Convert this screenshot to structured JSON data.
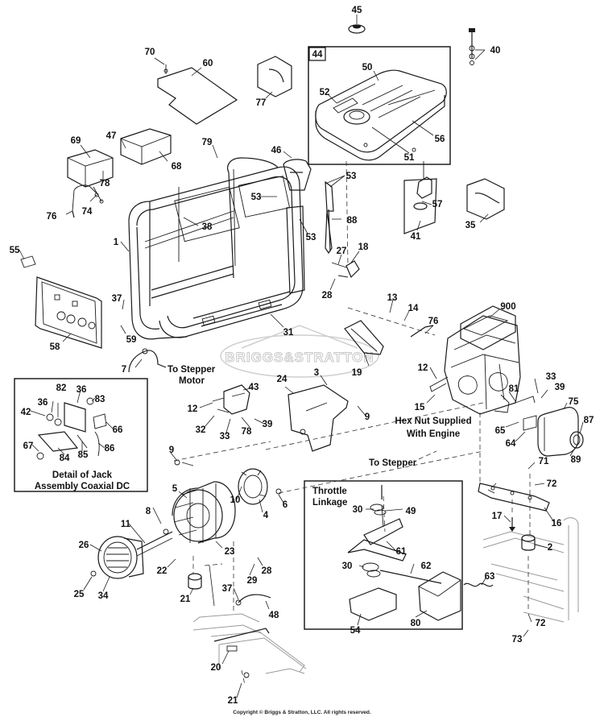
{
  "diagram": {
    "part_labels": [
      "45",
      "40",
      "44",
      "50",
      "52",
      "56",
      "51",
      "70",
      "60",
      "77",
      "47",
      "68",
      "79",
      "46",
      "53",
      "53",
      "69",
      "78",
      "76",
      "74",
      "38",
      "88",
      "53",
      "57",
      "41",
      "35",
      "1",
      "27",
      "18",
      "28",
      "55",
      "37",
      "59",
      "58",
      "31",
      "900",
      "13",
      "14",
      "76",
      "19",
      "7",
      "3",
      "12",
      "33",
      "39",
      "81",
      "75",
      "87",
      "65",
      "64",
      "89",
      "15",
      "82",
      "36",
      "83",
      "42",
      "36",
      "66",
      "86",
      "85",
      "84",
      "67",
      "43",
      "12",
      "32",
      "33",
      "78",
      "39",
      "24",
      "9",
      "9",
      "71",
      "72",
      "16",
      "17",
      "2",
      "5",
      "10",
      "4",
      "6",
      "8",
      "30",
      "49",
      "11",
      "26",
      "61",
      "30",
      "62",
      "63",
      "23",
      "28",
      "29",
      "22",
      "21",
      "25",
      "34",
      "37",
      "48",
      "54",
      "80",
      "72",
      "73",
      "20",
      "21"
    ],
    "notes": {
      "stepper_motor_line1": "To Stepper",
      "stepper_motor_line2": "Motor",
      "hex_nut_line1": "Hex Nut Supplied",
      "hex_nut_line2": "With Engine",
      "to_stepper": "To Stepper",
      "detail_line1": "Detail of Jack",
      "detail_line2": "Assembly Coaxial DC",
      "throttle_line1": "Throttle",
      "throttle_line2": "Linkage"
    },
    "watermark": "BRIGGS&STRATTON",
    "copyright": "Copyright © Briggs & Stratton, LLC. All rights reserved."
  }
}
